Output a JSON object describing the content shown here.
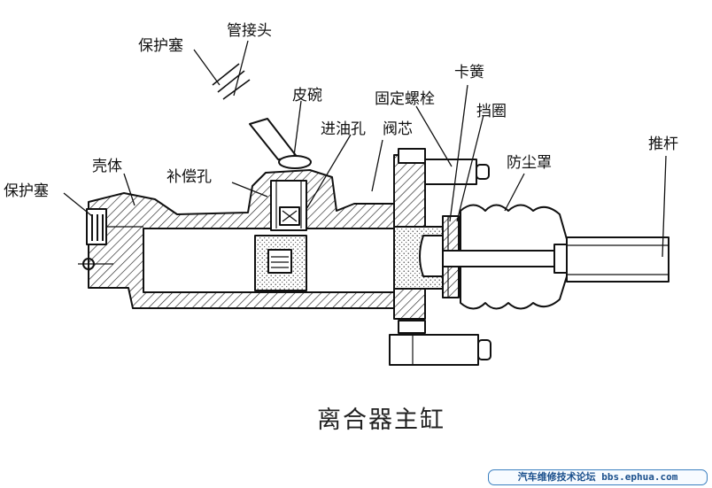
{
  "diagram": {
    "title": "离合器主缸",
    "labels": {
      "protect_plug_top": "保护塞",
      "pipe_joint": "管接头",
      "leather_cup": "皮碗",
      "oil_inlet": "进油孔",
      "valve_core": "阀芯",
      "fixing_bolt": "固定螺栓",
      "circlip": "卡簧",
      "retaining_ring": "挡圈",
      "dust_cover": "防尘罩",
      "push_rod": "推杆",
      "housing": "壳体",
      "compensation_hole": "补偿孔",
      "protect_plug_left": "保护塞"
    }
  },
  "watermark": "汽车维修技术论坛 bbs.ephua.com"
}
